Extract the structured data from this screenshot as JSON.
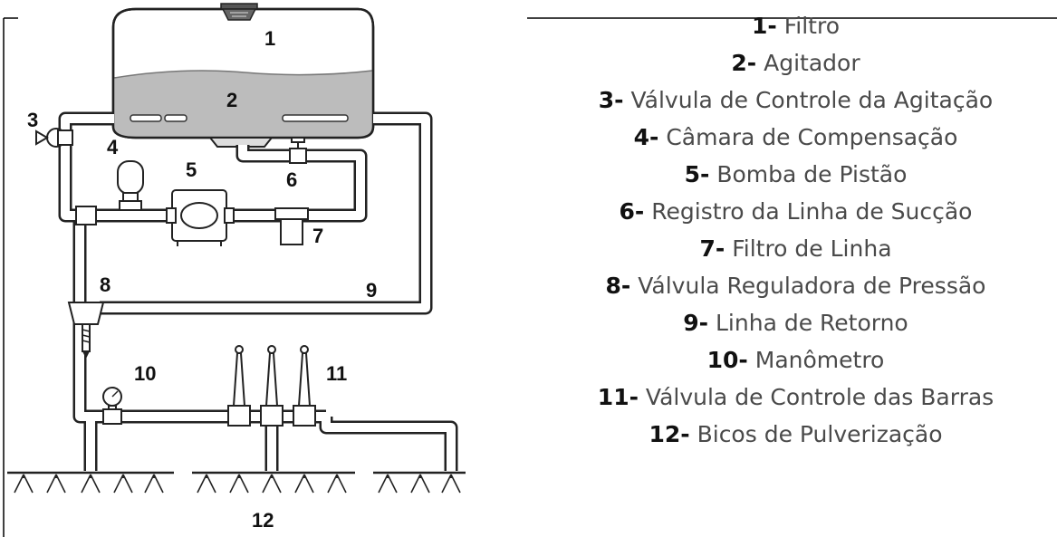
{
  "diagram": {
    "labels": [
      "1",
      "2",
      "3",
      "4",
      "5",
      "6",
      "7",
      "8",
      "9",
      "10",
      "11",
      "12"
    ]
  },
  "legend": {
    "items": [
      {
        "num": "1-",
        "text": "Filtro"
      },
      {
        "num": "2-",
        "text": "Agitador"
      },
      {
        "num": "3-",
        "text": "Válvula de Controle da Agitação"
      },
      {
        "num": "4-",
        "text": "Câmara de Compensação"
      },
      {
        "num": "5-",
        "text": "Bomba de Pistão"
      },
      {
        "num": "6-",
        "text": "Registro da Linha de Sucção"
      },
      {
        "num": "7-",
        "text": "Filtro de Linha"
      },
      {
        "num": "8-",
        "text": "Válvula Reguladora de Pressão"
      },
      {
        "num": "9-",
        "text": "Linha de Retorno"
      },
      {
        "num": "10-",
        "text": "Manômetro"
      },
      {
        "num": "11-",
        "text": "Válvula de Controle das Barras"
      },
      {
        "num": "12-",
        "text": "Bicos de Pulverização"
      }
    ]
  }
}
